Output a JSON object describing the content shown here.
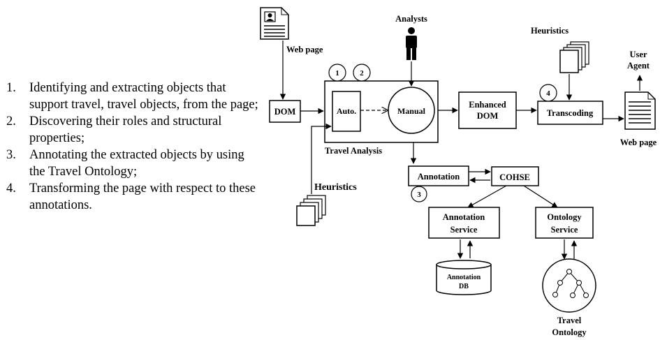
{
  "steps": [
    {
      "num": "1.",
      "text": "Identifying and extracting objects that support travel, travel objects, from the page;"
    },
    {
      "num": "2.",
      "text": "Discovering their roles and structural properties;"
    },
    {
      "num": "3.",
      "text": "Annotating the extracted objects by using the Travel Ontology;"
    },
    {
      "num": "4.",
      "text": "Transforming the page with respect to these annotations."
    }
  ],
  "diagram": {
    "web_page_in": "Web page",
    "analysts": "Analysts",
    "dom": "DOM",
    "auto": "Auto.",
    "manual": "Manual",
    "travel_analysis": "Travel Analysis",
    "heuristics_left": "Heuristics",
    "heuristics_right": "Heuristics",
    "enhanced_line1": "Enhanced",
    "enhanced_line2": "DOM",
    "transcoding": "Transcoding",
    "user_agent_line1": "User",
    "user_agent_line2": "Agent",
    "web_page_out": "Web page",
    "annotation": "Annotation",
    "cohse": "COHSE",
    "annotation_service_line1": "Annotation",
    "annotation_service_line2": "Service",
    "ontology_service_line1": "Ontology",
    "ontology_service_line2": "Service",
    "annotation_db_line1": "Annotation",
    "annotation_db_line2": "DB",
    "travel_ontology_line1": "Travel",
    "travel_ontology_line2": "Ontology",
    "badge1": "1",
    "badge2": "2",
    "badge3": "3",
    "badge4": "4"
  }
}
